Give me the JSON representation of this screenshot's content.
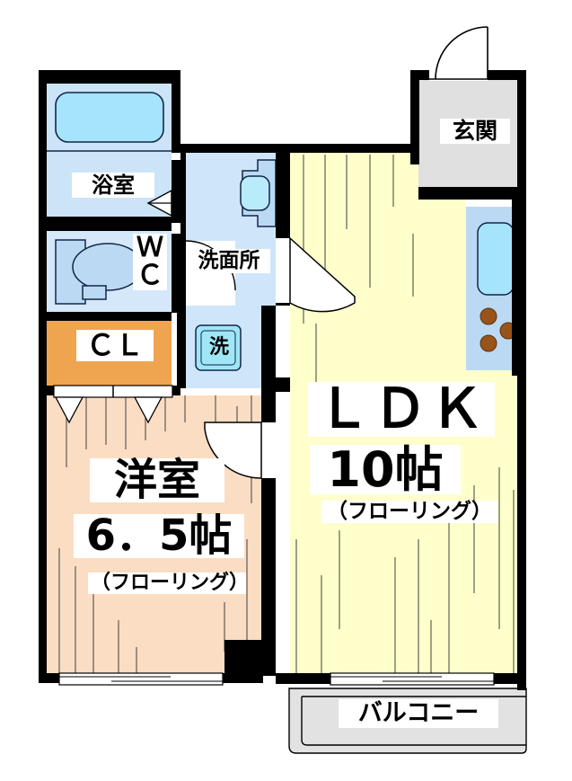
{
  "document": {
    "type": "japanese-apartment-floor-plan",
    "layout_type": "1LDK",
    "orientation": "balcony-south"
  },
  "palette": {
    "wall": "#000000",
    "background": "#ffffff",
    "bath_room": "#cce4f7",
    "bath_tub": "#a6e4fb",
    "wc_room": "#d4e8fa",
    "wc_fixture": "#bcd9f3",
    "closet": "#efa54f",
    "washroom": "#cfe6fa",
    "washer_pan": "#9fe6f7",
    "vanity_basin": "#b9ecfb",
    "kitchen": "#bcd9f3",
    "kitchen_sink": "#a6e4fb",
    "burner": "#99541a",
    "ldk": "#ffffcc",
    "bedroom": "#fbddc3",
    "entrance": "#e0e0e0",
    "balcony": "#e2e2e2",
    "floor_line": "#333333"
  },
  "rooms": [
    {
      "id": "bath",
      "name_label": "浴室",
      "romaji_meaning": "bathroom",
      "fill": "#cce4f7"
    },
    {
      "id": "wc",
      "name_label": "Ｗ\nＣ",
      "line1": "Ｗ",
      "line2": "Ｃ",
      "romaji_meaning": "toilet",
      "fill": "#d4e8fa"
    },
    {
      "id": "closet",
      "name_label": "ＣＬ",
      "romaji_meaning": "closet",
      "fill": "#efa54f"
    },
    {
      "id": "washroom",
      "name_label": "洗面所",
      "romaji_meaning": "washroom / vanity",
      "fill": "#cfe6fa"
    },
    {
      "id": "entrance",
      "name_label": "玄関",
      "romaji_meaning": "entrance",
      "fill": "#e0e0e0"
    },
    {
      "id": "ldk",
      "name_label": "ＬＤＫ",
      "size_label": "10帖",
      "material_label": "（フローリング）",
      "romaji_meaning": "living dining kitchen",
      "fill": "#ffffcc"
    },
    {
      "id": "bedroom",
      "name_label": "洋室",
      "size_label": "6．5帖",
      "material_label": "（フローリング）",
      "romaji_meaning": "western-style room",
      "fill": "#fbddc3"
    },
    {
      "id": "balcony",
      "name_label": "バルコニー",
      "romaji_meaning": "balcony",
      "fill": "#e2e2e2"
    }
  ],
  "fixtures": [
    {
      "id": "bathtub",
      "icon": "bathtub-icon",
      "room": "bath"
    },
    {
      "id": "toilet",
      "icon": "toilet-icon",
      "room": "wc"
    },
    {
      "id": "vanity-sink",
      "icon": "washbasin-icon",
      "room": "washroom"
    },
    {
      "id": "washer-pan",
      "icon": "washing-machine-icon",
      "room": "washroom",
      "label": "洗"
    },
    {
      "id": "kitchen-sink",
      "icon": "sink-icon",
      "room": "ldk"
    },
    {
      "id": "stove",
      "icon": "stove-burners-icon",
      "room": "ldk",
      "burner_count": 3
    }
  ],
  "openings": [
    {
      "id": "entrance-door",
      "icon": "door-swing-icon",
      "room": "entrance"
    },
    {
      "id": "bath-door",
      "icon": "folding-door-icon",
      "room": "bath"
    },
    {
      "id": "washroom-door",
      "icon": "door-swing-icon",
      "room": "washroom"
    },
    {
      "id": "bedroom-door",
      "icon": "door-swing-icon",
      "room": "bedroom"
    },
    {
      "id": "closet-doors",
      "icon": "folding-door-icon",
      "room": "closet"
    },
    {
      "id": "bedroom-window",
      "icon": "sliding-window-icon",
      "room": "bedroom"
    },
    {
      "id": "ldk-balcony-window",
      "icon": "sliding-window-icon",
      "room": "ldk"
    }
  ],
  "labels": {
    "bath": "浴室",
    "wc_line1": "Ｗ",
    "wc_line2": "Ｃ",
    "closet": "ＣＬ",
    "washroom": "洗面所",
    "washer": "洗",
    "entrance": "玄関",
    "ldk_name": "ＬＤＫ",
    "ldk_size": "10帖",
    "ldk_material": "（フローリング）",
    "bedroom_name": "洋室",
    "bedroom_size": "6．5帖",
    "bedroom_material": "（フローリング）",
    "balcony": "バルコニー"
  }
}
